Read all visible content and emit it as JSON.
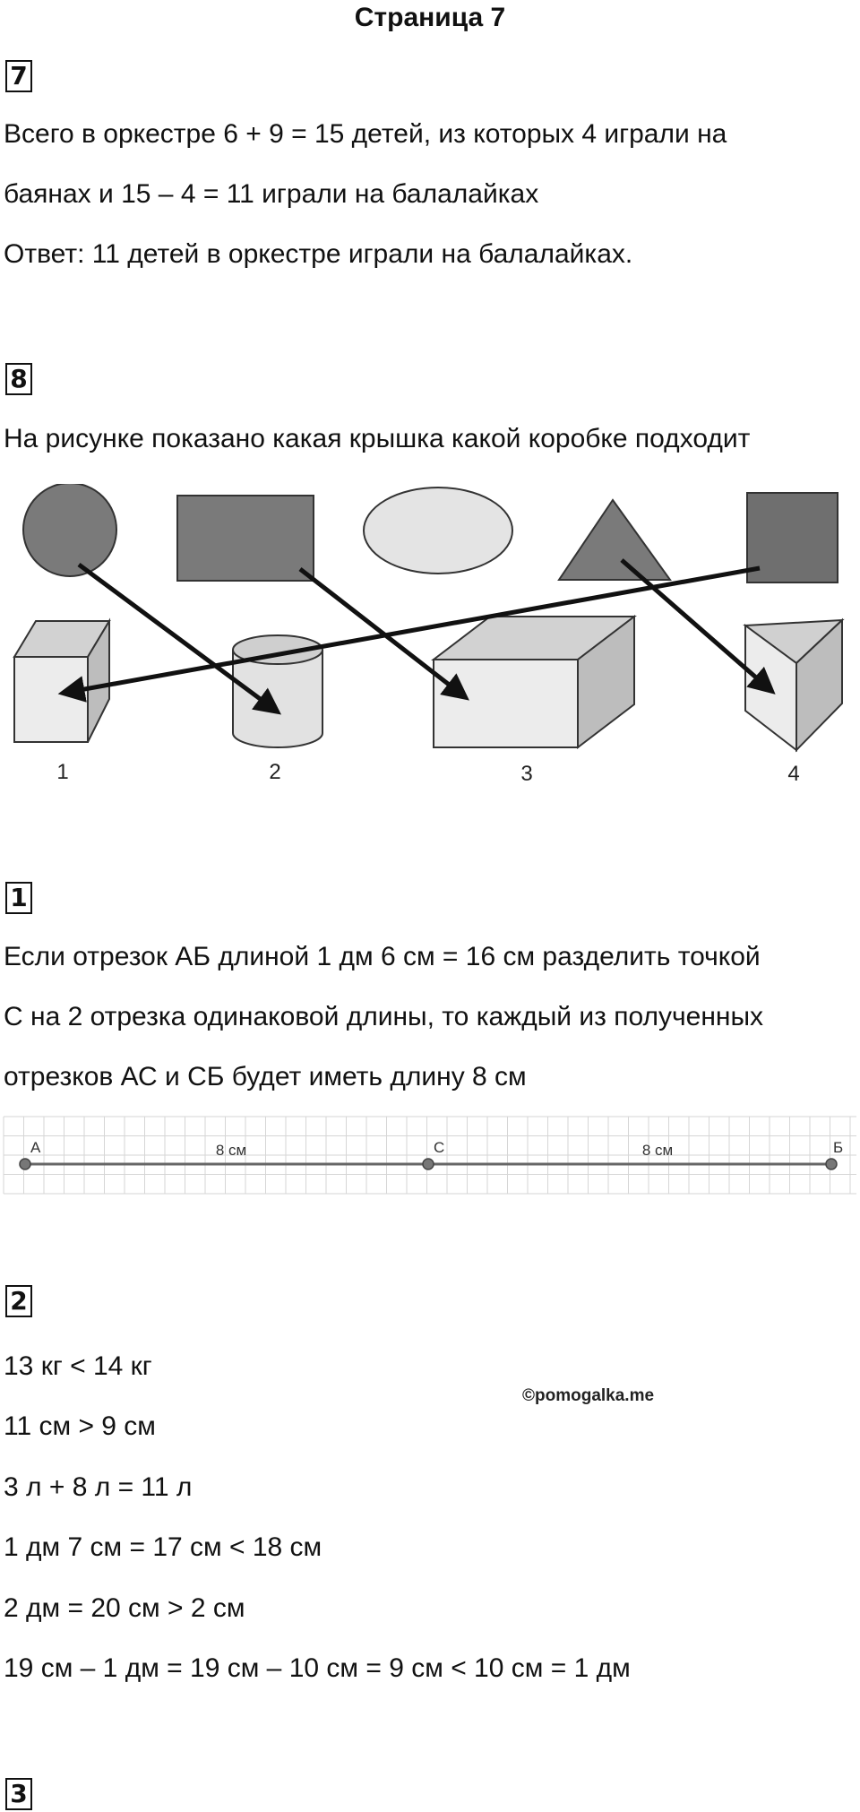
{
  "page_title": "Страница 7",
  "tasks": [
    {
      "number": "7",
      "lines": [
        "Всего в оркестре 6 + 9 = 15 детей, из которых 4 играли на",
        "баянах и 15 – 4 = 11 играли на балалайках",
        "Ответ: 11 детей в оркестре играли на балалайках."
      ]
    },
    {
      "number": "8",
      "lines": [
        "На рисунке показано какая крышка какой коробке подходит"
      ],
      "figure": {
        "box_labels": [
          "1",
          "2",
          "3",
          "4"
        ]
      }
    },
    {
      "number": "1",
      "lines": [
        "Если отрезок АБ длиной 1 дм 6 см = 16 см разделить точкой",
        "С на 2 отрезка одинаковой длины, то каждый из полученных",
        "отрезков АС и СБ будет иметь длину 8 см"
      ],
      "segment": {
        "points": [
          "А",
          "С",
          "Б"
        ],
        "lengths": [
          "8 см",
          "8 см"
        ]
      }
    },
    {
      "number": "2",
      "lines": [
        "13 кг < 14 кг",
        "11 см > 9 см",
        "3 л + 8 л = 11 л",
        "1 дм 7 см = 17 см < 18 см",
        "2 дм = 20 см > 2 см",
        "19 см – 1 дм = 19 см – 10 см = 9 см < 10 см = 1 дм"
      ]
    },
    {
      "number": "3"
    }
  ],
  "watermark": "©pomogalka.me"
}
